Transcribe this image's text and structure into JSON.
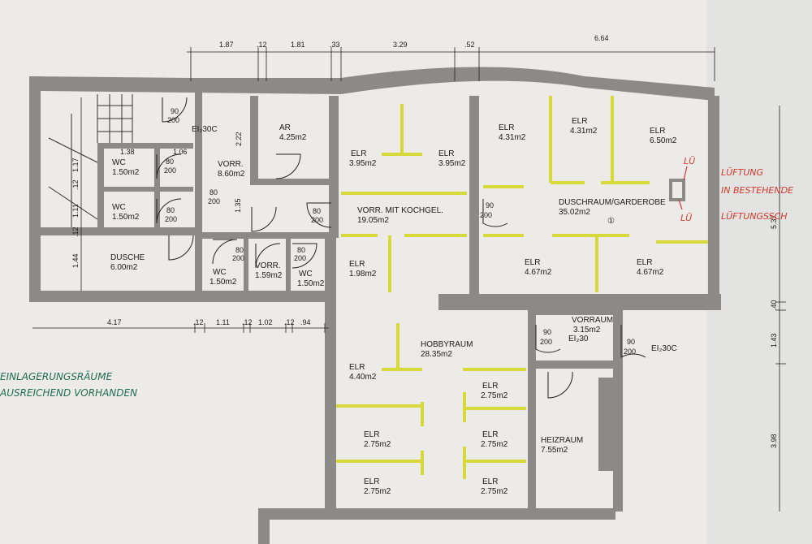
{
  "rooms": {
    "stair_wc1": {
      "name": "WC",
      "area": "1.50m2"
    },
    "stair_wc2": {
      "name": "WC",
      "area": "1.50m2"
    },
    "dusche": {
      "name": "DUSCHE",
      "area": "6.00m2"
    },
    "vorr_top": {
      "name": "VORR.",
      "area": "8.60m2"
    },
    "ar": {
      "name": "AR",
      "area": "4.25m2"
    },
    "wc3": {
      "name": "WC",
      "area": "1.50m2"
    },
    "vorr_small": {
      "name": "VORR.",
      "area": "1.59m2"
    },
    "wc4": {
      "name": "WC",
      "area": "1.50m2"
    },
    "elr_a": {
      "name": "ELR",
      "area": "3.95m2"
    },
    "elr_b": {
      "name": "ELR",
      "area": "3.95m2"
    },
    "vorr_koch": {
      "name": "VORR. MIT KOCHGEL.",
      "area": "19.05m2"
    },
    "elr_c": {
      "name": "ELR",
      "area": "1.98m2"
    },
    "elr_d": {
      "name": "ELR",
      "area": "4.31m2"
    },
    "elr_e": {
      "name": "ELR",
      "area": "4.31m2"
    },
    "elr_f": {
      "name": "ELR",
      "area": "6.50m2"
    },
    "duschraum": {
      "name": "DUSCHRAUM/GARDEROBE",
      "area": "35.02m2"
    },
    "elr_g": {
      "name": "ELR",
      "area": "4.67m2"
    },
    "elr_h": {
      "name": "ELR",
      "area": "4.67m2"
    },
    "hobby": {
      "name": "HOBBYRAUM",
      "area": "28.35m2"
    },
    "elr_i": {
      "name": "ELR",
      "area": "4.40m2"
    },
    "elr_j": {
      "name": "ELR",
      "area": "2.75m2"
    },
    "elr_k": {
      "name": "ELR",
      "area": "2.75m2"
    },
    "elr_l": {
      "name": "ELR",
      "area": "2.75m2"
    },
    "elr_m": {
      "name": "ELR",
      "area": "2.75m2"
    },
    "elr_n": {
      "name": "ELR",
      "area": "2.75m2"
    },
    "vorraum": {
      "name": "VORRAUM",
      "area": "3.15m2"
    },
    "heiz": {
      "name": "HEIZRAUM",
      "area": "7.55m2"
    }
  },
  "dims_top": [
    "1.87",
    ".12",
    "1.81",
    ".33",
    "3.29",
    ".52",
    "6.64"
  ],
  "dims_mid": [
    "4.17",
    ".12",
    "1.11",
    ".12",
    "1.02",
    ".12",
    ".94"
  ],
  "dims_left": [
    "1.17",
    ".12",
    "1.11",
    ".12",
    "1.44"
  ],
  "dims_right": [
    "5.37",
    ".40",
    "1.43",
    "3.98"
  ],
  "dims_inner": {
    "d138": "1.38",
    "d106": "1.06",
    "d222": "2.22",
    "d135": "1.35"
  },
  "door_labels": {
    "w90": "90",
    "h200": "200",
    "w80": "80"
  },
  "fire": {
    "ei1": "EI₂30C",
    "ei2": "EI₂30",
    "ei3": "EI₂30C"
  },
  "symbol": "①",
  "notes": {
    "green1": "EINLAGERUNGSRÄUME",
    "green2": "AUSREICHEND VORHANDEN",
    "red1": "LÜFTUNG",
    "red2": "IN BESTEHENDE",
    "red3": "LÜFTUNGSSCH",
    "lu": "LÜ"
  },
  "colors": {
    "wall": "#8c8a87",
    "paper": "#ecebe8",
    "partition": "#d7d93a",
    "green": "#1f6b57",
    "red": "#d23a2c"
  }
}
